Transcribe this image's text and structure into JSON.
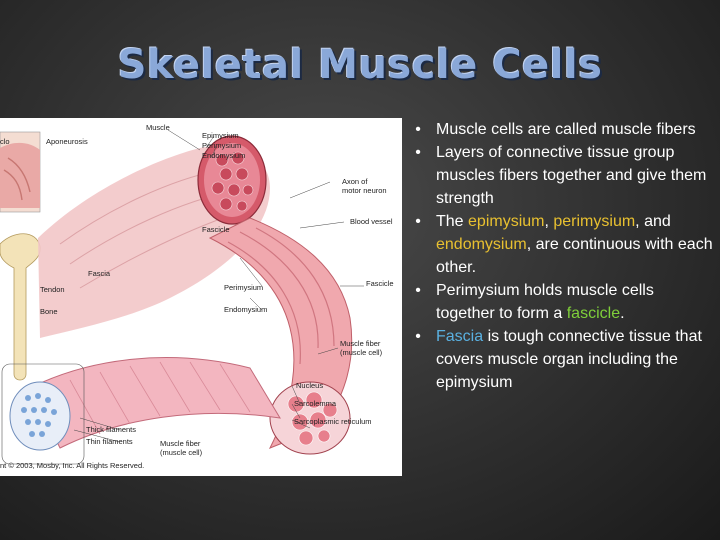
{
  "title": "Skeletal Muscle Cells",
  "figure": {
    "labels": {
      "muscle": "Muscle",
      "epimysium": "Epimysium",
      "perimysium_top": "Perimysium",
      "endomysium_top": "Endomysium",
      "aponeurosis": "Aponeurosis",
      "clo": "clo",
      "axon": "Axon of\nmotor neuron",
      "blood_vessel": "Blood vessel",
      "fascicle_top": "Fascicle",
      "fascia": "Fascia",
      "tendon": "Tendon",
      "bone": "Bone",
      "perimysium": "Perimysium",
      "endomysium": "Endomysium",
      "fascicle_right": "Fascicle",
      "muscle_fiber_cell": "Muscle fiber\n(muscle cell)",
      "nucleus": "Nucleus",
      "sarcolemma": "Sarcolemma",
      "sarcoplasmic": "Sarcoplasmic reticulum",
      "thick": "Thick filaments",
      "thin": "Thin filaments",
      "muscle_fiber_bottom": "Muscle fiber\n(muscle cell)",
      "copyright": "nt © 2003, Mosby, Inc. All Rights Reserved."
    }
  },
  "bullets": {
    "b1": "Muscle cells are called muscle fibers",
    "b2": "Layers of connective tissue group muscles fibers together and give them strength",
    "b3_a": "The ",
    "b3_epi": "epimysium",
    "b3_b": ", ",
    "b3_peri": "perimysium",
    "b3_c": ", and ",
    "b3_endo": "endomysium",
    "b3_d": ", are continuous with each other.",
    "b4_a": "Perimysium holds muscle cells together to form a ",
    "b4_fasc": "fascicle",
    "b4_b": ".",
    "b5_fascia": "Fascia",
    "b5_b": " is tough connective tissue that covers muscle organ including the epimysium",
    "bullet_char": "•"
  },
  "colors": {
    "title": "#8aa8d8",
    "highlight_yellow": "#e8c030",
    "highlight_green": "#7fcf3a",
    "highlight_blue": "#5ab0e0"
  }
}
